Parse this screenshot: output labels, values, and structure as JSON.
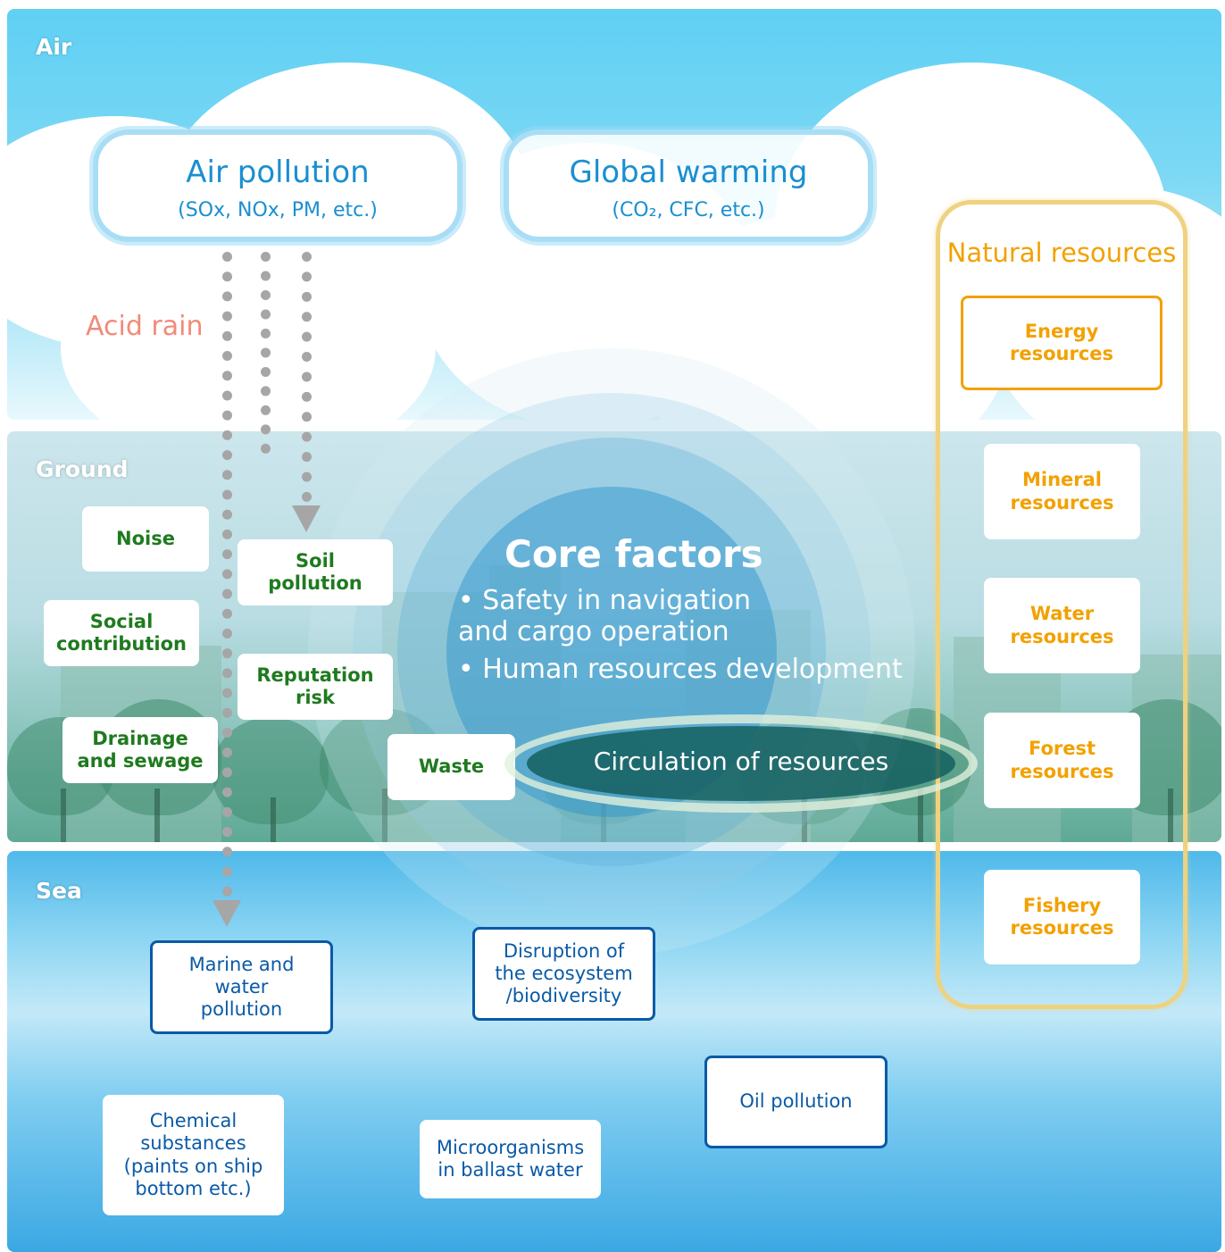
{
  "zones": {
    "air": "Air",
    "ground": "Ground",
    "sea": "Sea"
  },
  "air": {
    "air_pollution": {
      "title": "Air pollution",
      "sub": "(SOx, NOx, PM, etc.)"
    },
    "global_warming": {
      "title": "Global warming",
      "sub": "(CO₂, CFC, etc.)"
    },
    "acid_rain": "Acid rain"
  },
  "ground": {
    "noise": "Noise",
    "soil_pollution": "Soil\npollution",
    "social_contribution": "Social\ncontribution",
    "reputation_risk": "Reputation\nrisk",
    "drainage": "Drainage\nand sewage",
    "waste": "Waste"
  },
  "core": {
    "title": "Core factors",
    "items": [
      "• Safety in navigation\n   and cargo operation",
      "• Human resources development"
    ],
    "circulation": "Circulation of resources"
  },
  "natural_resources": {
    "title": "Natural resources",
    "items": [
      "Energy\nresources",
      "Mineral\nresources",
      "Water\nresources",
      "Forest\nresources",
      "Fishery\nresources"
    ]
  },
  "sea": {
    "marine_pollution": "Marine and\nwater\npollution",
    "ecosystem": "Disruption of\nthe ecosystem\n/biodiversity",
    "oil": "Oil pollution",
    "chemical": "Chemical\nsubstances\n(paints on ship\nbottom etc.)",
    "microorganisms": "Microorganisms\nin ballast water"
  },
  "colors": {
    "green_text": "#1f7a1f",
    "orange_text": "#f2a100",
    "blue_text": "#0a5aa6",
    "acid_rain": "#f28a7a",
    "arrow_gray": "#a6a6a6"
  }
}
